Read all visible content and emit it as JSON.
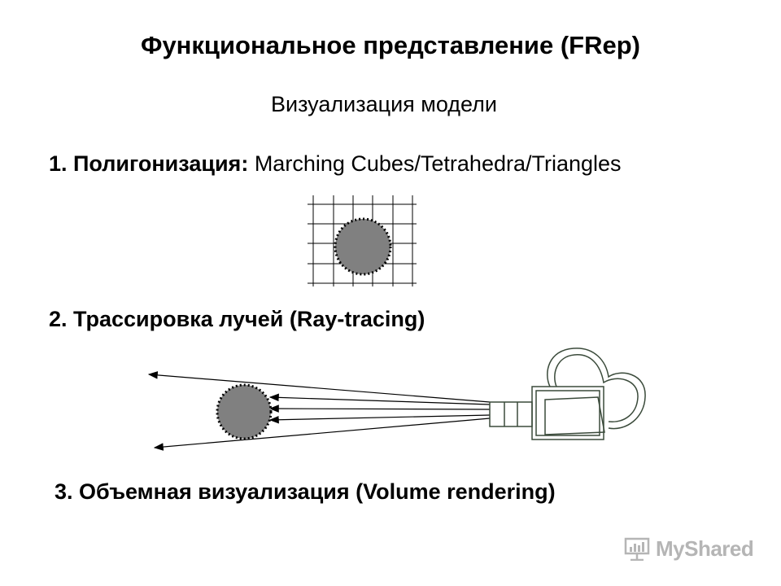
{
  "title": "Функциональное представление (FRep)",
  "subtitle": "Визуализация модели",
  "items": [
    {
      "label": "1. Полигонизация:",
      "text": " Marching Cubes/Tetrahedra/Triangles"
    },
    {
      "label": "2. Трассировка лучей (Ray-tracing)"
    },
    {
      "label": "3. Объемная визуализация (Volume rendering)"
    }
  ],
  "watermark": {
    "text": "MyShared"
  },
  "colors": {
    "shape_fill": "#808080",
    "camera_stroke": "#3a4a3a",
    "watermark": "#b5b5b5"
  },
  "icons": {
    "watermark_logo": "presentation-board-icon"
  }
}
